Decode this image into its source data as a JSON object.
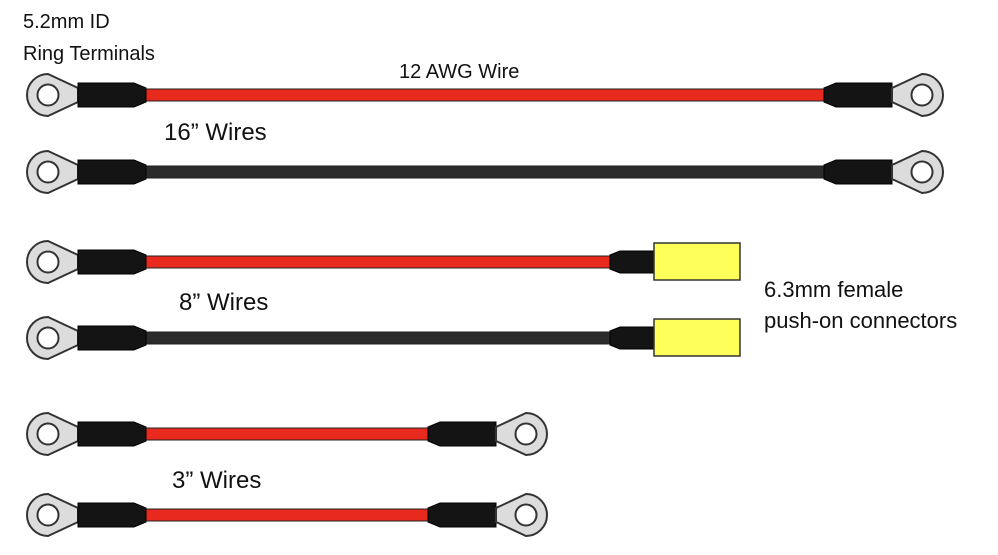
{
  "labels": {
    "terminal_line1": "5.2mm ID",
    "terminal_line2": "Ring Terminals",
    "wire_gauge": "12 AWG Wire",
    "group_16": "16” Wires",
    "group_8": "8” Wires",
    "group_3": "3” Wires",
    "connector_line1": "6.3mm female",
    "connector_line2": "push-on connectors"
  },
  "wires": [
    {
      "group": "16",
      "color": "red",
      "end_left": "ring",
      "end_right": "ring"
    },
    {
      "group": "16",
      "color": "black",
      "end_left": "ring",
      "end_right": "ring"
    },
    {
      "group": "8",
      "color": "red",
      "end_left": "ring",
      "end_right": "push-on"
    },
    {
      "group": "8",
      "color": "black",
      "end_left": "ring",
      "end_right": "push-on"
    },
    {
      "group": "3",
      "color": "red",
      "end_left": "ring",
      "end_right": "ring"
    },
    {
      "group": "3",
      "color": "red",
      "end_left": "ring",
      "end_right": "ring"
    }
  ],
  "colors": {
    "red": "#e8291e",
    "black": "#2b2b2b",
    "sleeve": "#141414",
    "ring": "#dcdcdc",
    "connector": "#ffff59"
  }
}
